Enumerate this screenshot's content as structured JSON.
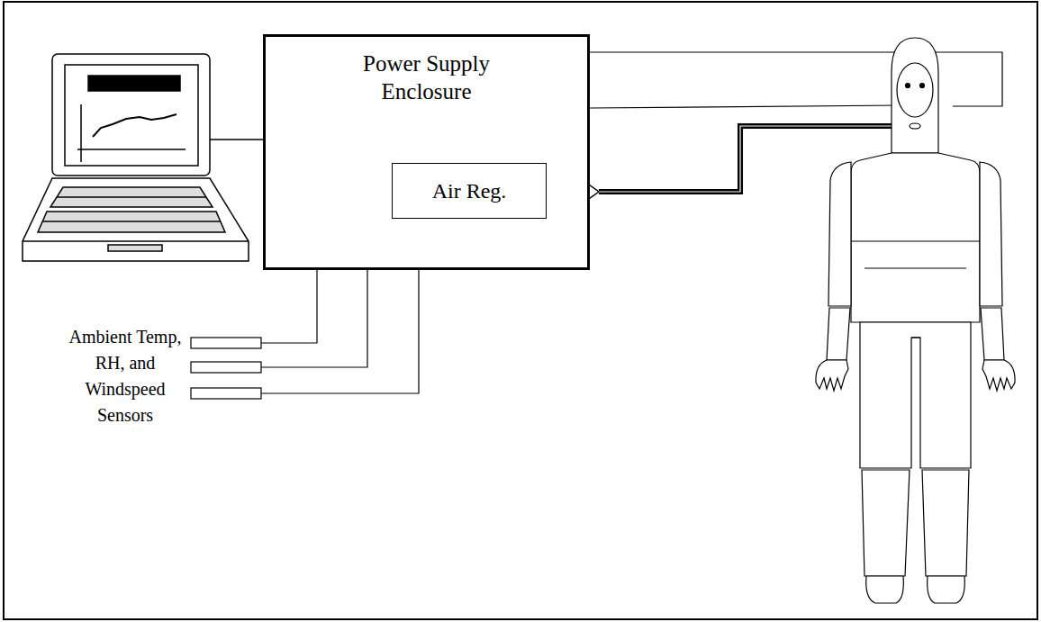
{
  "diagram": {
    "nodes": [
      {
        "text": [
          "Power Supply Enclosure"
        ]
      },
      {
        "text": [
          "Air Reg."
        ],
        "in": 0
      }
    ],
    "labels": [
      "Ambient Temp, RH, and Windspeed Sensors"
    ]
  }
}
